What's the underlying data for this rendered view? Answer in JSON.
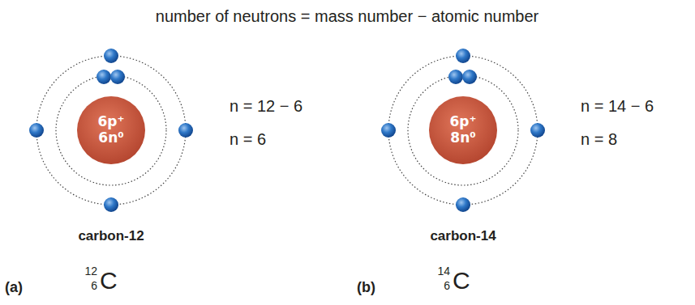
{
  "diagram": {
    "title": "number of neutrons = mass number − atomic number",
    "nodes": [
      {
        "text": [
          "6p⁺",
          "6n⁰"
        ]
      },
      {
        "text": [
          "6p⁺",
          "8n⁰"
        ]
      }
    ],
    "labels": [
      "n = 12 − 6",
      "n = 6",
      "carbon-12",
      "(a)",
      "12",
      "6",
      "C",
      "n = 14 − 6",
      "n = 8",
      "carbon-14",
      "(b)",
      "14",
      "6",
      "C"
    ]
  }
}
